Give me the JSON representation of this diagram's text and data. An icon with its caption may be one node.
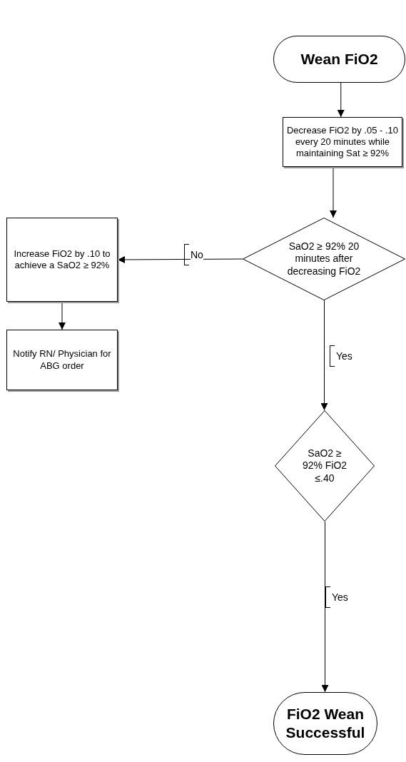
{
  "diagram": {
    "nodes": [
      {
        "text": [
          "Wean FiO2"
        ]
      },
      {
        "text": [
          "Decrease FiO2 by .05 - .10 every 20 minutes while maintaining Sat ≥ 92%"
        ]
      },
      {
        "text": [
          "SaO2 ≥ 92% 20 minutes after decreasing FiO2"
        ]
      },
      {
        "text": [
          "Increase FiO2 by .10 to achieve a SaO2 ≥ 92%"
        ]
      },
      {
        "text": [
          "Notify RN/ Physician for ABG order"
        ]
      },
      {
        "text": [
          "SaO2 ≥ 92% FiO2 ≤.40"
        ]
      },
      {
        "text": [
          "FiO2 Wean Successful"
        ]
      }
    ],
    "edges": [
      {
        "from": 0,
        "to": 1,
        "arrow": "to"
      },
      {
        "from": 1,
        "to": 2,
        "arrow": "to"
      },
      {
        "from": 2,
        "to": 3,
        "arrow": "to",
        "label": "No"
      },
      {
        "from": 3,
        "to": 4,
        "arrow": "to"
      },
      {
        "from": 2,
        "to": 5,
        "arrow": "to",
        "label": "Yes"
      },
      {
        "from": 5,
        "to": 6,
        "arrow": "to",
        "label": "Yes"
      }
    ]
  }
}
